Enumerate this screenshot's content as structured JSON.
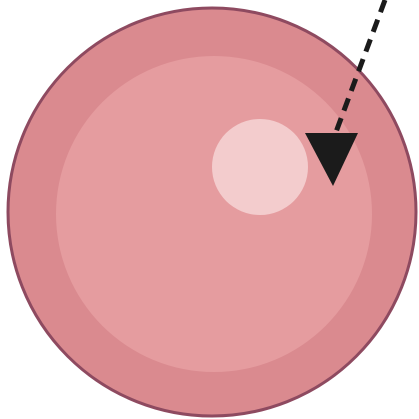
{
  "diagram": {
    "subject": "sphere-with-highlight",
    "arrow": {
      "style": "dashed",
      "direction": "down-left-to-right-of-highlight"
    },
    "colors": {
      "outline": "#8e4a60",
      "outer_fill": "#da8a8f",
      "inner_fill": "#e59c9f",
      "highlight": "#f3cccd",
      "arrow": "#1b1b1b",
      "background": "#ffffff"
    }
  }
}
